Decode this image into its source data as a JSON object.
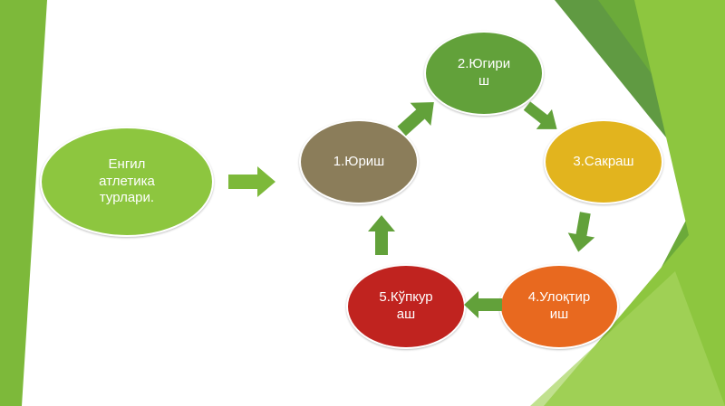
{
  "colors": {
    "accent_green": "#62A13A",
    "light_green": "#8DC63F",
    "brown": "#8B7D5A",
    "yellow": "#E2B41E",
    "orange": "#E8691F",
    "red": "#C0231F"
  },
  "nodes": {
    "main": {
      "line1": "Енгил",
      "line2": "атлетика",
      "line3": "турлари."
    },
    "walk": {
      "label": "1.Юриш"
    },
    "run": {
      "line1": "2.Югири",
      "line2": "ш"
    },
    "jump": {
      "label": "3.Сакраш"
    },
    "throw": {
      "line1": "4.Улоқтир",
      "line2": "иш"
    },
    "hurdle": {
      "line1": "5.Кўпкур",
      "line2": "аш"
    }
  }
}
